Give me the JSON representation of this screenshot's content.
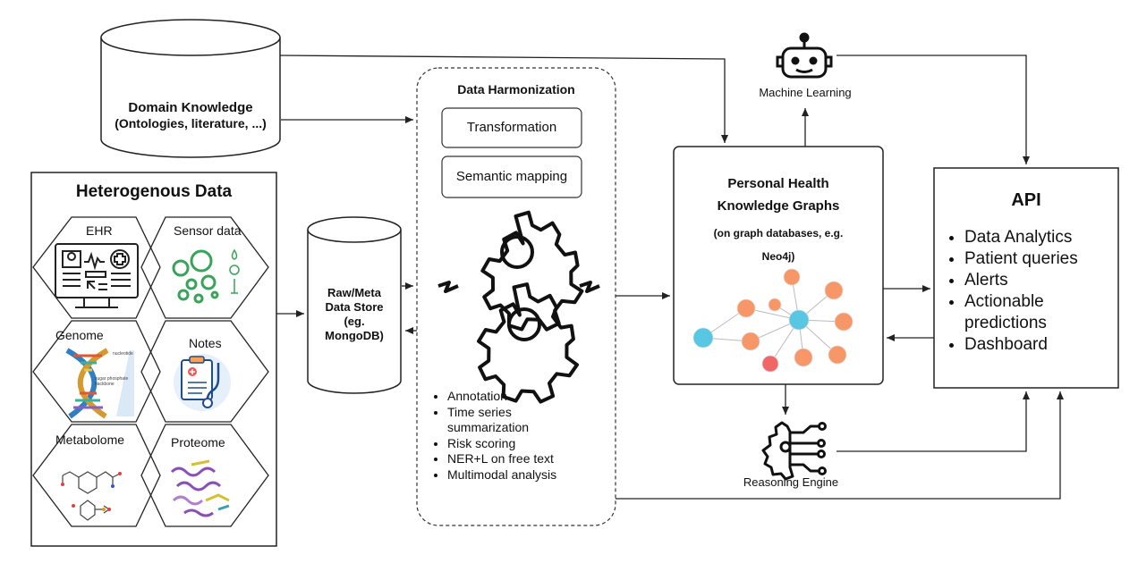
{
  "domain_knowledge": {
    "title": "Domain Knowledge",
    "subtitle": "(Ontologies, literature, ...)"
  },
  "heterogenous": {
    "title": "Heterogenous Data",
    "cells": [
      "EHR",
      "Sensor data",
      "Genome",
      "Notes",
      "Metabolome",
      "Proteome"
    ]
  },
  "genome_image_text": [
    "nucleotide",
    "sugar phosphate backbone"
  ],
  "raw_store": {
    "lines": [
      "Raw/Meta",
      "Data Store",
      "(eg.",
      "MongoDB)"
    ]
  },
  "harmonization": {
    "title": "Data Harmonization",
    "boxes": [
      "Transformation",
      "Semantic mapping"
    ],
    "tasks": [
      "Annotation",
      "Time series summarization",
      "Risk scoring",
      "NER+L on free text",
      "Multimodal analysis"
    ]
  },
  "phkg": {
    "lines": [
      "Personal Health",
      "Knowledge Graphs",
      "(on graph databases, e.g.",
      "Neo4j)"
    ]
  },
  "machine_learning": {
    "label": "Machine Learning"
  },
  "reasoning_engine": {
    "label": "Reasoning Engine"
  },
  "api": {
    "title": "API",
    "items": [
      "Data Analytics",
      "Patient queries",
      "Alerts",
      "Actionable predictions",
      "Dashboard"
    ]
  },
  "colors": {
    "line": "#222222",
    "graph_blue": "#57c7e3",
    "graph_orange": "#f79767",
    "graph_red": "#f16667",
    "sensor_green": "#3aa35a"
  },
  "icons": [
    "robot-icon",
    "gears-icon",
    "brain-circuit-icon",
    "ehr-monitor-icon",
    "sensor-icon",
    "dna-icon",
    "clipboard-stethoscope-icon",
    "molecule-icon",
    "protein-icon"
  ]
}
